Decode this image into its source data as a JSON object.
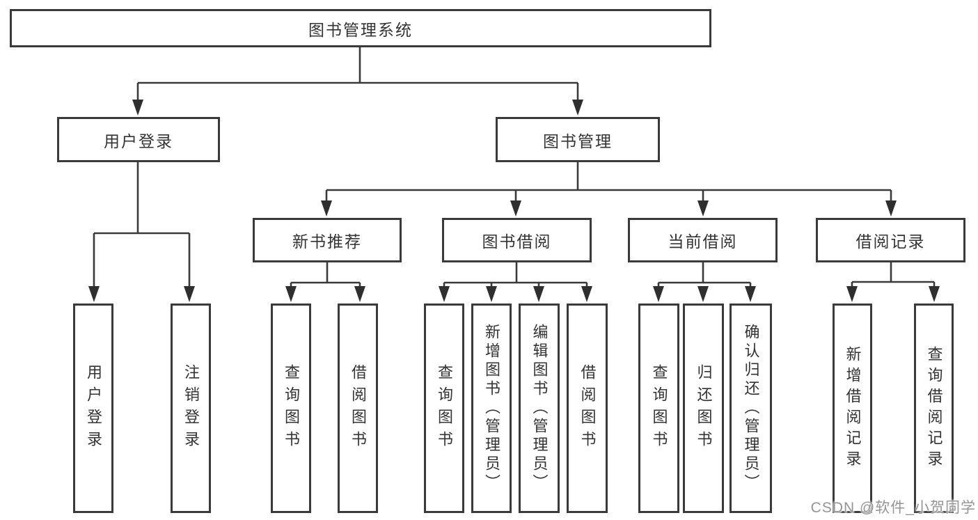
{
  "colors": {
    "line": "#3a3a3a",
    "box_border": "#3a3a3a",
    "box_background": "#ffffff",
    "text": "#333333",
    "watermark": "#949494"
  },
  "tree": {
    "root": {
      "label": "图书管理系统",
      "children": [
        {
          "label": "用户登录",
          "children": [
            {
              "label": "用户登录"
            },
            {
              "label": "注销登录"
            }
          ]
        },
        {
          "label": "图书管理",
          "children": [
            {
              "label": "新书推荐",
              "children": [
                {
                  "label": "查询图书"
                },
                {
                  "label": "借阅图书"
                }
              ]
            },
            {
              "label": "图书借阅",
              "children": [
                {
                  "label": "查询图书"
                },
                {
                  "label": "新增图书（管理员）"
                },
                {
                  "label": "编辑图书（管理员）"
                },
                {
                  "label": "借阅图书"
                }
              ]
            },
            {
              "label": "当前借阅",
              "children": [
                {
                  "label": "查询图书"
                },
                {
                  "label": "归还图书"
                },
                {
                  "label": "确认归还（管理员）"
                }
              ]
            },
            {
              "label": "借阅记录",
              "children": [
                {
                  "label": "新增借阅记录"
                },
                {
                  "label": "查询借阅记录"
                }
              ]
            }
          ]
        }
      ]
    }
  },
  "watermark": {
    "text": "CSDN @软件_小贺同学"
  }
}
